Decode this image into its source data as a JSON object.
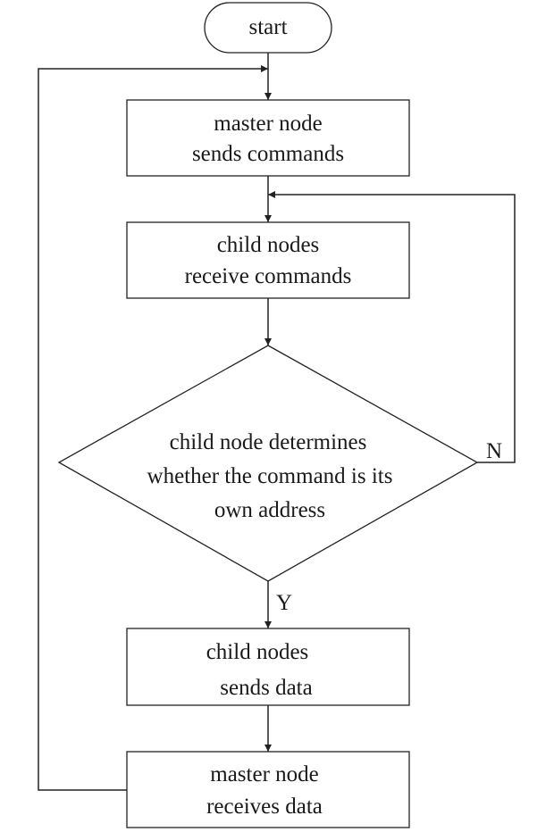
{
  "flowchart": {
    "start": {
      "label": "start"
    },
    "master_sends": {
      "line1": "master node",
      "line2": "sends commands"
    },
    "child_receive": {
      "line1": "child nodes",
      "line2": "receive commands"
    },
    "decision": {
      "line1": "child node determines",
      "line2": "whether the command is its",
      "line3": "own address"
    },
    "branch_no": "N",
    "branch_yes": "Y",
    "child_sends": {
      "line1": "child nodes",
      "line2": "sends data"
    },
    "master_receives": {
      "line1": "master node",
      "line2": "receives data"
    }
  }
}
